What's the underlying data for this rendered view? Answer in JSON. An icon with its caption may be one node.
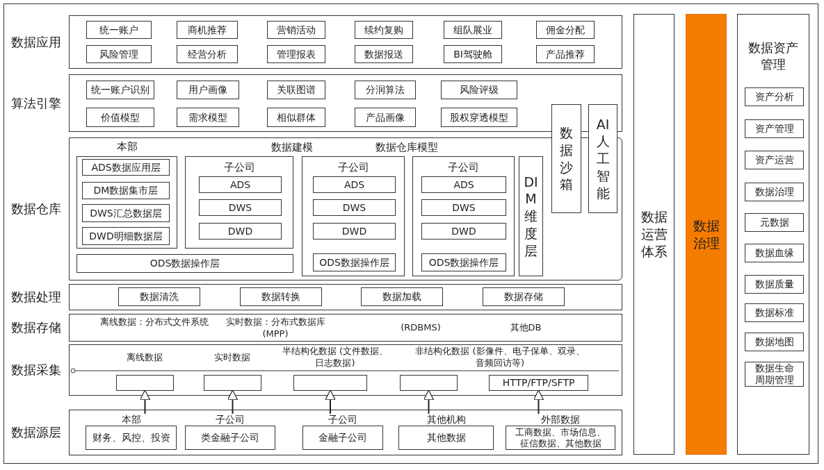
{
  "diagram": {
    "nodes": [
      {
        "text": [
          "数据应用"
        ]
      },
      {
        "text": [
          "统一账户"
        ],
        "in": 0
      },
      {
        "text": [
          "商机推荐"
        ],
        "in": 0
      },
      {
        "text": [
          "营销活动"
        ],
        "in": 0
      },
      {
        "text": [
          "续约复购"
        ],
        "in": 0
      },
      {
        "text": [
          "组队展业"
        ],
        "in": 0
      },
      {
        "text": [
          "佣金分配"
        ],
        "in": 0
      },
      {
        "text": [
          "风险管理"
        ],
        "in": 0
      },
      {
        "text": [
          "经营分析"
        ],
        "in": 0
      },
      {
        "text": [
          "管理报表"
        ],
        "in": 0
      },
      {
        "text": [
          "数据报送"
        ],
        "in": 0
      },
      {
        "text": [
          "BI驾驶舱"
        ],
        "in": 0
      },
      {
        "text": [
          "产品推荐"
        ],
        "in": 0
      },
      {
        "text": [
          "算法引擎"
        ]
      },
      {
        "text": [
          "统一账户识别"
        ],
        "in": 13
      },
      {
        "text": [
          "用户画像"
        ],
        "in": 13
      },
      {
        "text": [
          "关联图谱"
        ],
        "in": 13
      },
      {
        "text": [
          "分润算法"
        ],
        "in": 13
      },
      {
        "text": [
          "风险评级"
        ],
        "in": 13
      },
      {
        "text": [
          "价值模型"
        ],
        "in": 13
      },
      {
        "text": [
          "需求模型"
        ],
        "in": 13
      },
      {
        "text": [
          "相似群体"
        ],
        "in": 13
      },
      {
        "text": [
          "产品画像"
        ],
        "in": 13
      },
      {
        "text": [
          "股权穿透模型"
        ],
        "in": 13
      },
      {
        "text": [
          "数据沙箱"
        ]
      },
      {
        "text": [
          "AI人工智能"
        ]
      },
      {
        "text": [
          "数据仓库"
        ]
      },
      {
        "text": [
          "本部"
        ],
        "in": 26
      },
      {
        "text": [
          "ADS数据应用层"
        ],
        "in": 27
      },
      {
        "text": [
          "DM数据集市层"
        ],
        "in": 27
      },
      {
        "text": [
          "DWS汇总数据层"
        ],
        "in": 27
      },
      {
        "text": [
          "DWD明细数据层"
        ],
        "in": 27
      },
      {
        "text": [
          "ODS数据操作层"
        ],
        "in": 26
      },
      {
        "text": [
          "子公司"
        ],
        "in": 26
      },
      {
        "text": [
          "ADS"
        ],
        "in": 33
      },
      {
        "text": [
          "DWS"
        ],
        "in": 33
      },
      {
        "text": [
          "DWD"
        ],
        "in": 33
      },
      {
        "text": [
          "子公司"
        ],
        "in": 26
      },
      {
        "text": [
          "ADS"
        ],
        "in": 37
      },
      {
        "text": [
          "DWS"
        ],
        "in": 37
      },
      {
        "text": [
          "DWD"
        ],
        "in": 37
      },
      {
        "text": [
          "ODS数据操作层"
        ],
        "in": 37
      },
      {
        "text": [
          "子公司"
        ],
        "in": 26
      },
      {
        "text": [
          "ADS"
        ],
        "in": 42
      },
      {
        "text": [
          "DWS"
        ],
        "in": 42
      },
      {
        "text": [
          "DWD"
        ],
        "in": 42
      },
      {
        "text": [
          "ODS数据操作层"
        ],
        "in": 42
      },
      {
        "text": [
          "DIM维度层"
        ],
        "in": 26
      },
      {
        "text": [
          "数据处理"
        ]
      },
      {
        "text": [
          "数据清洗"
        ],
        "in": 48
      },
      {
        "text": [
          "数据转换"
        ],
        "in": 48
      },
      {
        "text": [
          "数据加载"
        ],
        "in": 48
      },
      {
        "text": [
          "数据存储"
        ],
        "in": 48
      },
      {
        "text": [
          "数据存储"
        ]
      },
      {
        "text": [
          "数据采集"
        ]
      },
      {
        "text": [],
        "shape": "box",
        "in": 54
      },
      {
        "text": [],
        "shape": "box",
        "in": 54
      },
      {
        "text": [],
        "shape": "box",
        "in": 54
      },
      {
        "text": [],
        "shape": "box",
        "in": 54
      },
      {
        "text": [
          "HTTP/FTP/SFTP"
        ],
        "in": 54
      },
      {
        "text": [
          "数据源层"
        ]
      },
      {
        "text": [
          "本部",
          "财务、风控、投资"
        ],
        "in": 60
      },
      {
        "text": [
          "子公司",
          "类金融子公司"
        ],
        "in": 60
      },
      {
        "text": [
          "子公司",
          "金融子公司"
        ],
        "in": 60
      },
      {
        "text": [
          "其他机构",
          "其他数据"
        ],
        "in": 60
      },
      {
        "text": [
          "外部数据",
          "工商数据、市场信息、征信数据、其他数据"
        ],
        "in": 60
      },
      {
        "text": [
          "数据运营体系"
        ]
      },
      {
        "text": [
          "数据治理"
        ]
      },
      {
        "text": [
          "数据资产管理"
        ]
      },
      {
        "text": [
          "资产分析"
        ],
        "in": 68
      },
      {
        "text": [
          "资产管理"
        ],
        "in": 68
      },
      {
        "text": [
          "资产运营"
        ],
        "in": 68
      },
      {
        "text": [
          "数据治理"
        ],
        "in": 68
      },
      {
        "text": [
          "元数据"
        ],
        "in": 68
      },
      {
        "text": [
          "数据血缘"
        ],
        "in": 68
      },
      {
        "text": [
          "数据质量"
        ],
        "in": 68
      },
      {
        "text": [
          "数据标准"
        ],
        "in": 68
      },
      {
        "text": [
          "数据地图"
        ],
        "in": 68
      },
      {
        "text": [
          "数据生命周期管理"
        ],
        "in": 68
      }
    ],
    "edges": [
      {
        "from": 61,
        "to": 55,
        "arrow": "to"
      },
      {
        "from": 62,
        "to": 56,
        "arrow": "to"
      },
      {
        "from": 63,
        "to": 57,
        "arrow": "to"
      },
      {
        "from": 64,
        "to": 58,
        "arrow": "to"
      },
      {
        "from": 65,
        "to": 59,
        "arrow": "to"
      }
    ],
    "labels": [
      "数据建模",
      "数据仓库模型",
      "离线数据：分布式文件系统",
      "实时数据：分布式数据库 (MPP)",
      "(RDBMS)",
      "其他DB",
      "离线数据",
      "实时数据",
      "半结构化数据 (文件数据、日志数据)",
      "非结构化数据 (影像件、电子保单、双录、音频回访等)"
    ]
  }
}
